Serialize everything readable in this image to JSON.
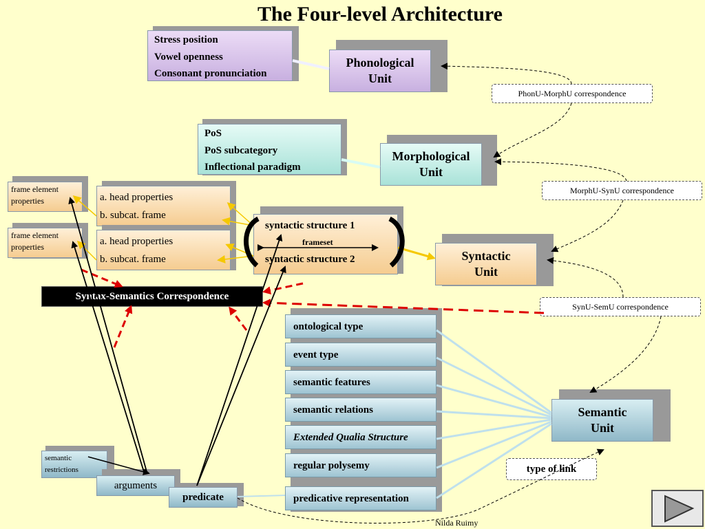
{
  "title": "The Four-level Architecture",
  "phonology": {
    "features": [
      "Stress position",
      "Vowel openness",
      "Consonant pronunciation"
    ],
    "unit": [
      "Phonological",
      "Unit"
    ]
  },
  "morphology": {
    "features": [
      "PoS",
      "PoS subcategory",
      "Inflectional paradigm"
    ],
    "unit": [
      "Morphological",
      "Unit"
    ]
  },
  "syntax": {
    "frame_elements": [
      [
        "frame element",
        "properties"
      ],
      [
        "frame element",
        "properties"
      ]
    ],
    "head_groups": [
      [
        "a. head properties",
        "b. subcat. frame"
      ],
      [
        "a. head properties",
        "b. subcat. frame"
      ]
    ],
    "structure_1": "syntactic structure  1",
    "frameset": "frameset",
    "structure_2": "syntactic structure 2",
    "unit": [
      "Syntactic",
      "Unit"
    ]
  },
  "correspondence": {
    "syn_sem": "Syntax-Semantics Correspondence",
    "phonu_morphu": "PhonU-MorphU correspondence",
    "morphu_synu": "MorphU-SynU correspondence",
    "synu_semu": "SynU-SemU correspondence"
  },
  "semantics": {
    "features": [
      "ontological type",
      "event type",
      "semantic features",
      "semantic relations",
      "Extended Qualia Structure",
      "regular polysemy",
      "predicative representation"
    ],
    "unit": [
      "Semantic",
      "Unit"
    ],
    "restrictions": [
      "semantic",
      "restrictions"
    ],
    "arguments": "arguments",
    "predicate": "predicate",
    "type_of_link": "type of link"
  },
  "footer": {
    "author": "Nilda Ruimy"
  },
  "colors": {
    "arrow_red": "#dd0000",
    "arrow_yellow": "#f5c800",
    "link_blue": "#bfe0ec"
  }
}
